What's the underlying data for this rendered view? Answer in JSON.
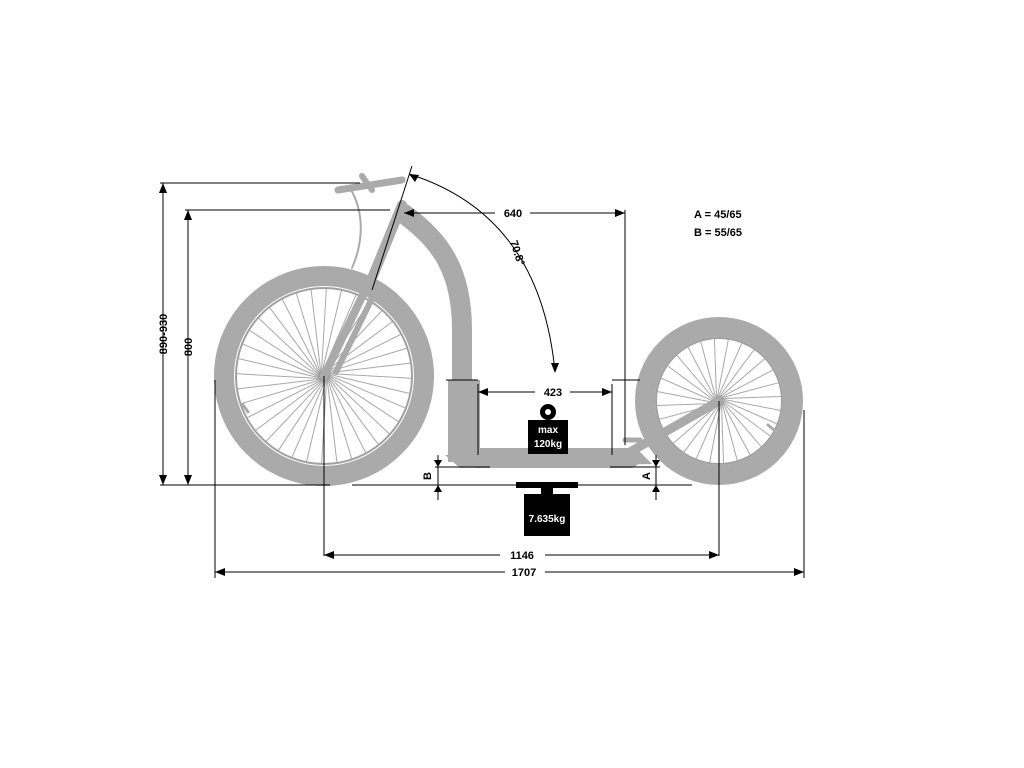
{
  "dimensions": {
    "overall_length": "1707",
    "wheelbase": "1146",
    "handlebar_reach": "640",
    "deck_length": "423",
    "handlebar_height": "890-930",
    "stem_height": "800",
    "head_angle": "70.8°",
    "deck_clearance_front": "A",
    "deck_clearance_rear": "B"
  },
  "legend": {
    "a_line": "A = 45/65",
    "b_line": "B = 55/65"
  },
  "weights": {
    "max_load_line1": "max",
    "max_load_line2": "120kg",
    "scooter_weight": "7.635kg"
  },
  "colors": {
    "scooter_gray": "#aaaaaa",
    "dimension_black": "#000000",
    "background": "#ffffff"
  }
}
